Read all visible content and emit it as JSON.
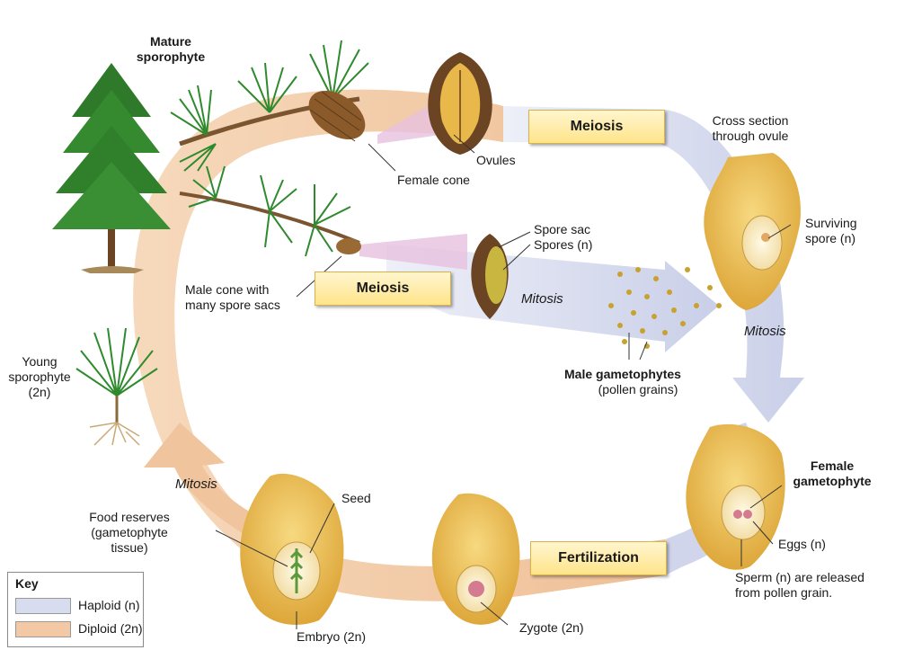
{
  "labels": {
    "mature_sporophyte": [
      "Mature",
      "sporophyte"
    ],
    "female_cone": "Female cone",
    "ovules": "Ovules",
    "cross_section": [
      "Cross section",
      "through ovule"
    ],
    "surviving_spore": [
      "Surviving",
      "spore (n)"
    ],
    "spore_sac": "Spore sac",
    "spores": "Spores (n)",
    "male_cone": [
      "Male cone with",
      "many spore sacs"
    ],
    "male_gametophytes": "Male gametophytes",
    "pollen_grains": "(pollen grains)",
    "young_sporophyte": [
      "Young",
      "sporophyte",
      "(2n)"
    ],
    "seed": "Seed",
    "food_reserves": [
      "Food reserves",
      "(gametophyte",
      "tissue)"
    ],
    "embryo": "Embryo (2n)",
    "zygote": "Zygote (2n)",
    "female_gametophyte": [
      "Female",
      "gametophyte"
    ],
    "eggs": "Eggs (n)",
    "sperm": [
      "Sperm (n) are released",
      "from pollen grain."
    ]
  },
  "stages": {
    "meiosis_top": "Meiosis",
    "meiosis_middle": "Meiosis",
    "fertilization": "Fertilization"
  },
  "mitosis_labels": {
    "center": "Mitosis",
    "right": "Mitosis",
    "left": "Mitosis"
  },
  "key": {
    "title": "Key",
    "items": [
      {
        "label": "Haploid (n)",
        "color": "#d7dcef"
      },
      {
        "label": "Diploid (2n)",
        "color": "#f2c9a4"
      }
    ]
  },
  "colors": {
    "diploid_band": "#f2c9a4",
    "haploid_band": "#d5daee",
    "tissue": "#e9b84a",
    "needle_green": "#2f8a2e",
    "cone_brown": "#8a5a2b"
  }
}
